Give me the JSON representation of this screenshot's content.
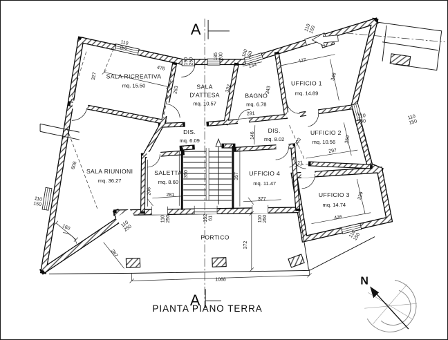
{
  "drawing": {
    "title": "PIANTA PIANO TERRA",
    "section_marker": "A",
    "compass_label": "N",
    "line_color": "#1a1a1a",
    "paper_color": "#ffffff"
  },
  "rooms": {
    "sala_ricreativa": {
      "name": "SALA RICREATIVA",
      "area": "mq. 15.50"
    },
    "sala_attesa": {
      "name_line1": "SALA",
      "name_line2": "D'ATTESA",
      "area": "mq. 10.57"
    },
    "bagno": {
      "name": "BAGNO",
      "area": "mq. 6.78"
    },
    "ufficio1": {
      "name": "UFFICIO 1",
      "area": "mq. 14.89"
    },
    "ufficio2": {
      "name": "UFFICIO 2",
      "area": "mq. 10.56"
    },
    "ufficio3": {
      "name": "UFFICIO 3",
      "area": "mq. 14.74"
    },
    "ufficio4": {
      "name": "UFFICIO 4",
      "area": "mq. 11.47"
    },
    "dis1": {
      "name": "DIS.",
      "area": "mq. 6.09"
    },
    "dis2": {
      "name": "DIS.",
      "area": "mq. 8.02"
    },
    "sala_riunioni": {
      "name": "SALA RIUNIONI",
      "area": "mq. 36.27"
    },
    "saletta": {
      "name": "SALETTA",
      "area": "mq. 8.60"
    },
    "portico": {
      "name": "PORTICO"
    }
  },
  "dimensions": {
    "ricreativa_width": "476",
    "ricreativa_left": "327",
    "ricreativa_right": "263",
    "top_left_window": [
      "110",
      "150"
    ],
    "attesa_door": [
      "190",
      "250"
    ],
    "attesa_window": [
      "185",
      "200"
    ],
    "bagno_left": "332",
    "bagno_width": "134",
    "bagno_right": "343",
    "bagno_window": [
      "100",
      "150"
    ],
    "corridor_width": "291",
    "corridor_height": "146",
    "ufficio1_width": "427",
    "ufficio1_right": "348",
    "entrance_door": [
      "110",
      "150"
    ],
    "right_wall_window": [
      "110",
      "150"
    ],
    "far_right_window": [
      "110",
      "150"
    ],
    "ufficio2_width": "297",
    "ufficio2_right": "360",
    "ufficio2_left": "303",
    "ufficio2_jog": "121",
    "riunioni_diagonal": "608",
    "riunioni_window": [
      "110",
      "150"
    ],
    "riunioni_door_width": "160",
    "riunioni_door": [
      "110",
      "250"
    ],
    "portico_left": "287",
    "saletta_left": "206",
    "saletta_width": "281",
    "stairs_left": "350",
    "stairs_right": "357",
    "saletta_door": [
      "110",
      "250"
    ],
    "portico_opening": [
      "152",
      "61"
    ],
    "ufficio4_width": "377",
    "ufficio4_door": [
      "110",
      "250"
    ],
    "portico_depth": "372",
    "ufficio3_width": "426",
    "ufficio3_right": "329",
    "ufficio3_window": [
      "110",
      "150"
    ],
    "total_width": "1088"
  }
}
